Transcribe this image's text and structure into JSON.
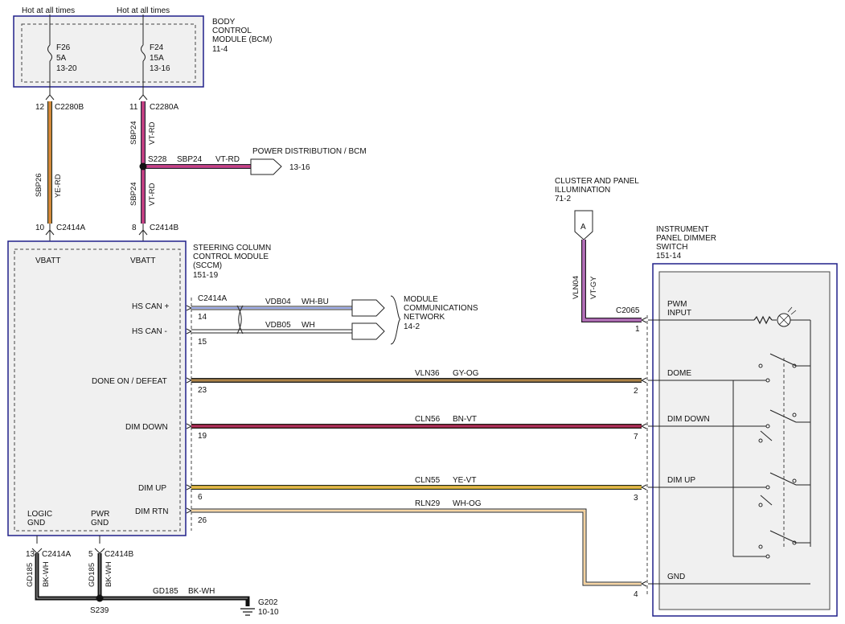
{
  "bcm": {
    "hot_left": "Hot at all times",
    "hot_right": "Hot at all times",
    "title_lines": [
      "BODY",
      "CONTROL",
      "MODULE (BCM)",
      "11-4"
    ],
    "fuse_f26": {
      "name": "F26",
      "rating": "5A",
      "ref": "13-20"
    },
    "fuse_f24": {
      "name": "F24",
      "rating": "15A",
      "ref": "13-16"
    }
  },
  "upper_wires": {
    "left_pin_top": "12",
    "left_conn_top": "C2280B",
    "right_pin_top": "11",
    "right_conn_top": "C2280A",
    "left_circuit": "SBP26",
    "left_color": "YE-RD",
    "right_circuit_top": "SBP24",
    "right_color_top": "VT-RD",
    "right_circuit_bot": "SBP24",
    "right_color_bot": "VT-RD",
    "splice": "S228",
    "splice_circuit": "SBP24",
    "splice_color": "VT-RD",
    "left_pin_bot": "10",
    "left_conn_bot": "C2414A",
    "right_pin_bot": "8",
    "right_conn_bot": "C2414B"
  },
  "power_dist": {
    "label": "POWER DISTRIBUTION / BCM",
    "ref": "13-16"
  },
  "sccm": {
    "title_lines": [
      "STEERING COLUMN",
      "CONTROL MODULE",
      "(SCCM)",
      "151-19"
    ],
    "vbatt_left": "VBATT",
    "vbatt_right": "VBATT",
    "hs_can_plus": "HS CAN +",
    "hs_can_minus": "HS CAN -",
    "conn": "C2414A",
    "done_on": "DONE ON / DEFEAT",
    "dim_down": "DIM DOWN",
    "dim_up": "DIM UP",
    "dim_rtn": "DIM RTN",
    "logic_gnd": [
      "LOGIC",
      "GND"
    ],
    "pwr_gnd": [
      "PWR",
      "GND"
    ]
  },
  "can": {
    "pin_plus": "14",
    "pin_minus": "15",
    "circuit_plus": "VDB04",
    "color_plus": "WH-BU",
    "circuit_minus": "VDB05",
    "color_minus": "WH",
    "network_lines": [
      "MODULE",
      "COMMUNICATIONS",
      "NETWORK",
      "14-2"
    ]
  },
  "cluster": {
    "title_lines": [
      "CLUSTER AND PANEL",
      "ILLUMINATION",
      "71-2"
    ],
    "connector_letter": "A",
    "circuit": "VLN04",
    "color": "VT-GY",
    "conn": "C2065",
    "pin": "1"
  },
  "dimmer": {
    "title_lines": [
      "INSTRUMENT",
      "PANEL DIMMER",
      "SWITCH",
      "151-14"
    ],
    "pwm_lines": [
      "PWM",
      "INPUT"
    ],
    "dome": "DOME",
    "dim_down": "DIM DOWN",
    "dim_up": "DIM UP",
    "gnd": "GND"
  },
  "signal_wires": [
    {
      "left_pin": "23",
      "circuit": "VLN36",
      "color": "GY-OG",
      "right_pin": "2"
    },
    {
      "left_pin": "19",
      "circuit": "CLN56",
      "color": "BN-VT",
      "right_pin": "7"
    },
    {
      "left_pin": "6",
      "circuit": "CLN55",
      "color": "YE-VT",
      "right_pin": "3"
    },
    {
      "left_pin": "26",
      "circuit": "RLN29",
      "color": "WH-OG",
      "right_pin": "4"
    }
  ],
  "ground": {
    "left_pin": "13",
    "left_conn": "C2414A",
    "right_pin": "5",
    "right_conn": "C2414B",
    "left_circuit": "GD185",
    "left_color": "BK-WH",
    "right_circuit": "GD185",
    "right_color": "BK-WH",
    "bus_circuit": "GD185",
    "bus_color": "BK-WH",
    "splice": "S239",
    "ground_point": "G202",
    "ground_ref": "10-10"
  }
}
